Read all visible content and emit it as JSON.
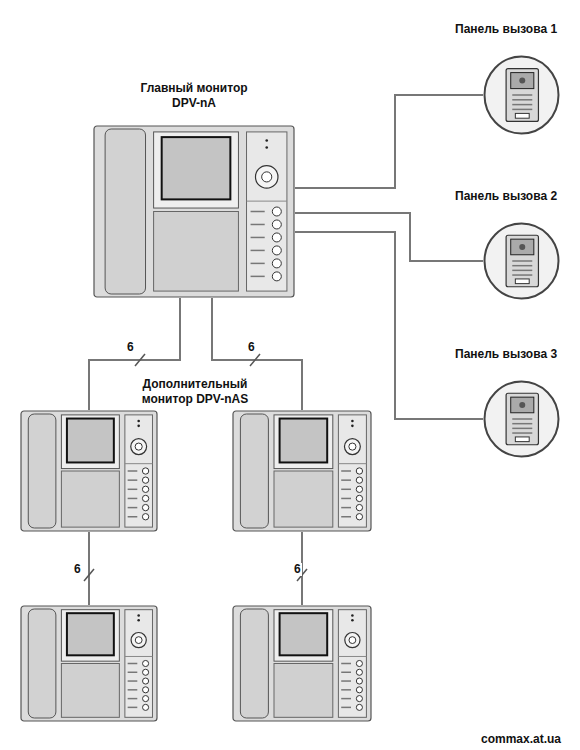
{
  "diagram": {
    "nodes": [
      {
        "text": [
          "Главный монитор DPV-nA"
        ]
      },
      {
        "text": [
          "Панель вызова 1"
        ]
      },
      {
        "text": [
          "Панель вызова 2"
        ]
      },
      {
        "text": [
          "Панель вызова 3"
        ]
      },
      {
        "text": []
      },
      {
        "text": []
      },
      {
        "text": []
      },
      {
        "text": []
      }
    ],
    "edges": [
      {
        "from": 0,
        "to": 1,
        "arrow": "none"
      },
      {
        "from": 0,
        "to": 2,
        "arrow": "none"
      },
      {
        "from": 0,
        "to": 3,
        "arrow": "none"
      },
      {
        "from": 0,
        "to": 4,
        "label": "6",
        "arrow": "none"
      },
      {
        "from": 0,
        "to": 5,
        "label": "6",
        "arrow": "none"
      },
      {
        "from": 4,
        "to": 6,
        "label": "6",
        "arrow": "none"
      },
      {
        "from": 5,
        "to": 7,
        "label": "6",
        "arrow": "none"
      }
    ],
    "labels": [
      "Дополнительный монитор DPV-nAS",
      "commax.at.ua"
    ]
  }
}
